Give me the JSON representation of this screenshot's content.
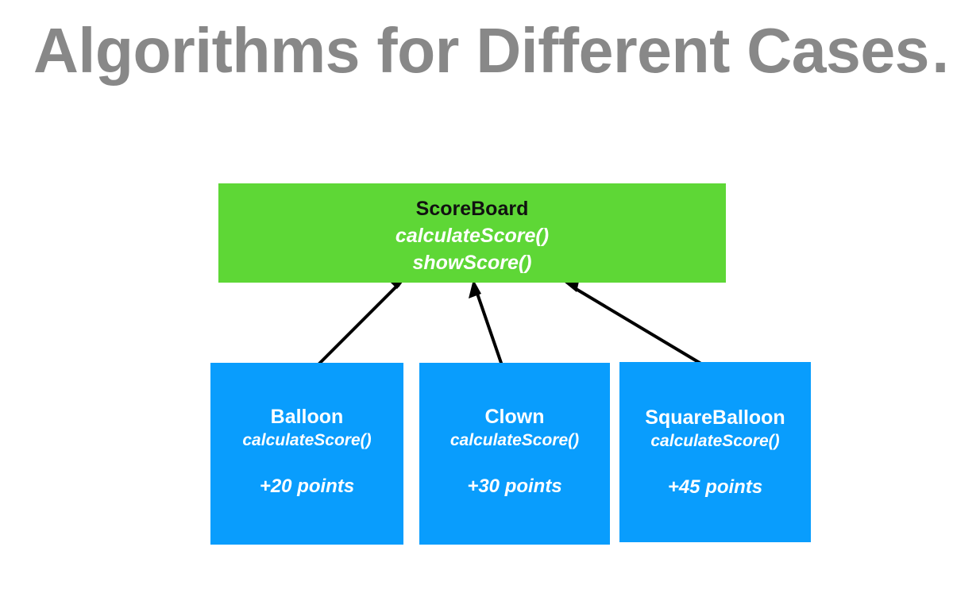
{
  "slide": {
    "title": "Algorithms for Different Cases…",
    "background_color": "#ffffff",
    "title_color": "#888888"
  },
  "diagram": {
    "type": "class-inheritance",
    "superclass": {
      "name": "ScoreBoard",
      "methods": [
        "calculateScore()",
        "showScore()"
      ],
      "fill_color": "#5ED736",
      "name_color": "#111111",
      "method_color": "#ffffff"
    },
    "subclasses": [
      {
        "name": "Balloon",
        "method": "calculateScore()",
        "points": "+20 points",
        "fill_color": "#099DFD",
        "text_color": "#ffffff"
      },
      {
        "name": "Clown",
        "method": "calculateScore()",
        "points": "+30 points",
        "fill_color": "#099DFD",
        "text_color": "#ffffff"
      },
      {
        "name": "SquareBalloon",
        "method": "calculateScore()",
        "points": "+45 points",
        "fill_color": "#099DFD",
        "text_color": "#ffffff"
      }
    ],
    "arrows": [
      {
        "name": "arrow-balloon-to-scoreboard",
        "from": "Balloon",
        "to": "ScoreBoard",
        "color": "#000000"
      },
      {
        "name": "arrow-clown-to-scoreboard",
        "from": "Clown",
        "to": "ScoreBoard",
        "color": "#000000"
      },
      {
        "name": "arrow-squareballoon-to-scoreboard",
        "from": "SquareBalloon",
        "to": "ScoreBoard",
        "color": "#000000"
      }
    ]
  }
}
